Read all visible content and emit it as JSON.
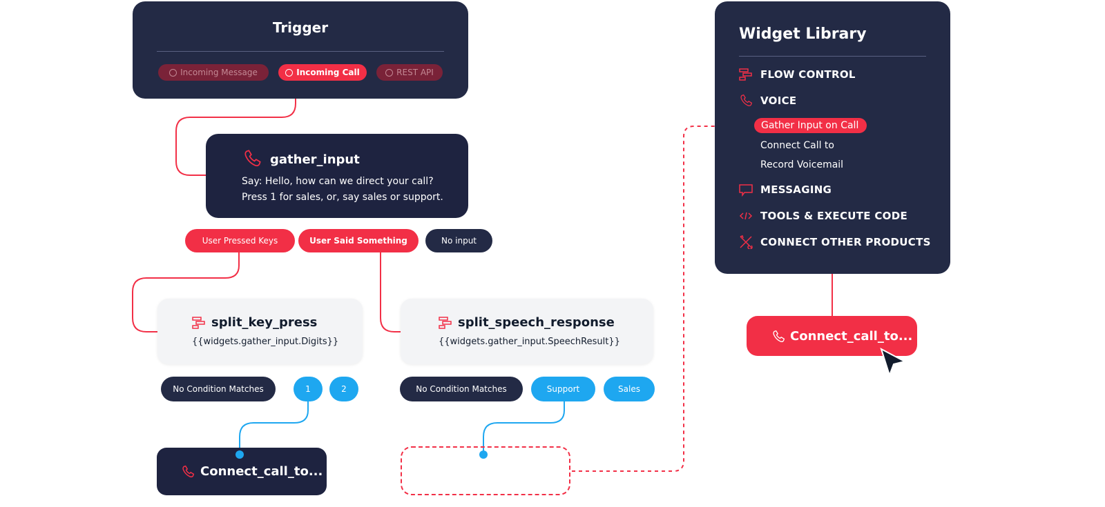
{
  "trigger": {
    "title": "Trigger",
    "options": [
      {
        "label": "Incoming Message",
        "active": false
      },
      {
        "label": "Incoming Call",
        "active": true
      },
      {
        "label": "REST API",
        "active": false
      }
    ]
  },
  "gather": {
    "title": "gather_input",
    "icon": "phone-icon",
    "line1": "Say: Hello, how can we direct your call?",
    "line2": "Press 1 for sales, or, say sales or support."
  },
  "gather_outputs": [
    "User Pressed Keys",
    "User Said Something",
    "No input"
  ],
  "split_key": {
    "title": "split_key_press",
    "icon": "flow-control-icon",
    "expr": "{{widgets.gather_input.Digits}}",
    "outputs": [
      "No Condition Matches",
      "1",
      "2"
    ]
  },
  "split_speech": {
    "title": "split_speech_response",
    "icon": "flow-control-icon",
    "expr": "{{widgets.gather_input.SpeechResult}}",
    "outputs": [
      "No Condition Matches",
      "Support",
      "Sales"
    ]
  },
  "connect_node": {
    "label": "Connect_call_to...",
    "icon": "phone-icon"
  },
  "library": {
    "title": "Widget Library",
    "categories": [
      {
        "label": "FLOW CONTROL",
        "icon": "flow-control-icon"
      },
      {
        "label": "VOICE",
        "icon": "phone-icon"
      },
      {
        "label": "MESSAGING",
        "icon": "chat-icon"
      },
      {
        "label": "TOOLS & EXECUTE CODE",
        "icon": "code-icon"
      },
      {
        "label": "CONNECT OTHER PRODUCTS",
        "icon": "tools-icon"
      }
    ],
    "voice_items": [
      {
        "label": "Gather Input on Call",
        "selected": true
      },
      {
        "label": "Connect Call to"
      },
      {
        "label": "Record Voicemail"
      }
    ]
  },
  "dragged_widget": {
    "label": "Connect_call_to...",
    "icon": "phone-icon"
  },
  "colors": {
    "navy": "#232a45",
    "red": "#f22f46",
    "blue": "#1ea7f0",
    "card": "#f3f4f6"
  }
}
